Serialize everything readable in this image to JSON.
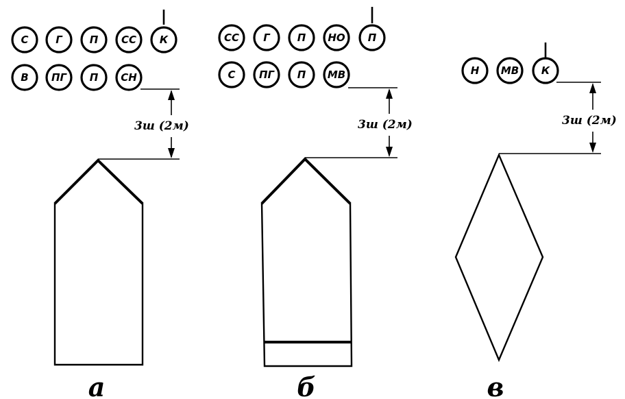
{
  "figures": [
    {
      "caption": "а",
      "top_row": [
        "С",
        "Г",
        "П",
        "СС",
        "К"
      ],
      "bottom_row": [
        "В",
        "ПГ",
        "П",
        "СН"
      ],
      "distance_label": "3ш (2м)"
    },
    {
      "caption": "б",
      "top_row": [
        "СС",
        "Г",
        "П",
        "НО",
        "П"
      ],
      "bottom_row": [
        "С",
        "ПГ",
        "П",
        "МВ"
      ],
      "distance_label": "3ш (2м)"
    },
    {
      "caption": "в",
      "top_row": [],
      "bottom_row": [
        "Н",
        "МВ",
        "К"
      ],
      "distance_label": "3ш (2м)"
    }
  ]
}
